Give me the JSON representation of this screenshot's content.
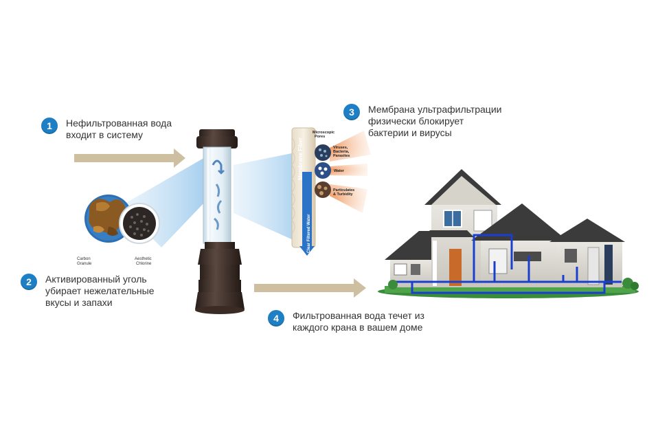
{
  "steps": [
    {
      "number": "1",
      "text": "Нефильтрованная вода\nвходит в систему"
    },
    {
      "number": "2",
      "text": "Активированный уголь\nубирает нежелательные\nвкусы и запахи"
    },
    {
      "number": "3",
      "text": "Мембрана ультрафильтрации\nфизически блокирует\nбактерии и вирусы"
    },
    {
      "number": "4",
      "text": "Фильтрованная вода течет из\nкаждого крана в вашем доме"
    }
  ],
  "carbon_labels": {
    "carbon": "Carbon\nGranule",
    "chlorine": "Aesthetic\nChlorine"
  },
  "membrane_labels": {
    "pores": "Microscopic\nPores",
    "viruses": "Viruses,\nBacteria,\nParasites",
    "water": "Water",
    "particulates": "Particulates\n& Turbidity",
    "fiber": "Membrane Fiber",
    "filtered": "Clear Filtered Water"
  },
  "colors": {
    "badge": "#1f7fc4",
    "arrow": "#cdbf9f",
    "pipe": "#1a3fcc"
  }
}
